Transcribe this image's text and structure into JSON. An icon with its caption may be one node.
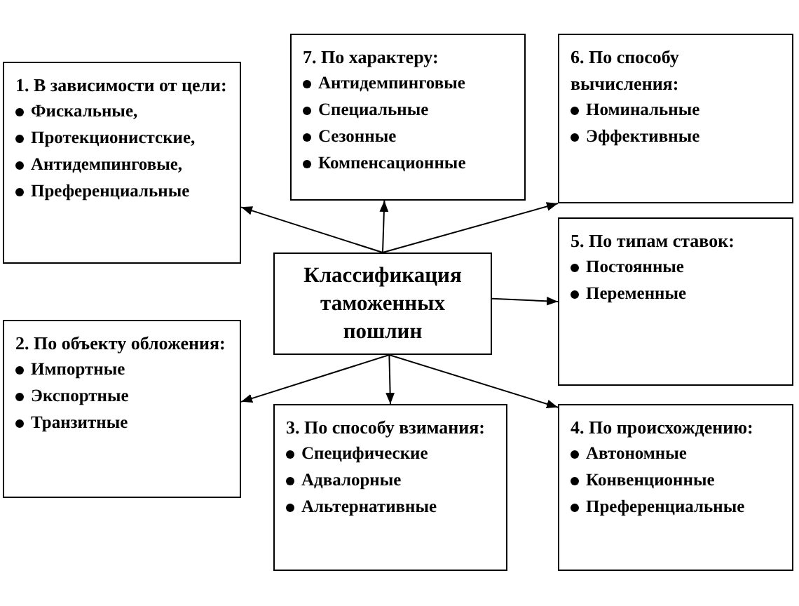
{
  "diagram": {
    "nodes": [
      {
        "text": [
          "7. По характеру:",
          "Антидемпинговые",
          "Специальные",
          "Сезонные",
          "Компенсационные"
        ]
      },
      {
        "text": [
          "6. По способу вычисления:",
          "Номинальные",
          "Эффективные"
        ]
      },
      {
        "text": [
          "1. В зависимости от цели:",
          "Фискальные,",
          "Протекционистские,",
          "Антидемпинговые,",
          "Преференциальные"
        ]
      },
      {
        "text": [
          "Классификация таможенных пошлин"
        ]
      },
      {
        "text": [
          "5. По типам ставок:",
          "Постоянные",
          "Переменные"
        ]
      },
      {
        "text": [
          "2. По объекту обложения:",
          "Импортные",
          "Экспортные",
          "Транзитные"
        ]
      },
      {
        "text": [
          "3. По способу взимания:",
          "Специфические",
          "Адвалорные",
          "Альтернативные"
        ]
      },
      {
        "text": [
          "4. По происхождению:",
          "Автономные",
          "Конвенционные",
          "Преференциальные"
        ]
      }
    ],
    "edges": [
      {
        "from": 3,
        "to": 2,
        "arrow": "to"
      },
      {
        "from": 3,
        "to": 0,
        "arrow": "to"
      },
      {
        "from": 3,
        "to": 1,
        "arrow": "to"
      },
      {
        "from": 3,
        "to": 4,
        "arrow": "to"
      },
      {
        "from": 3,
        "to": 5,
        "arrow": "to"
      },
      {
        "from": 3,
        "to": 6,
        "arrow": "to"
      },
      {
        "from": 3,
        "to": 7,
        "arrow": "to"
      }
    ]
  }
}
